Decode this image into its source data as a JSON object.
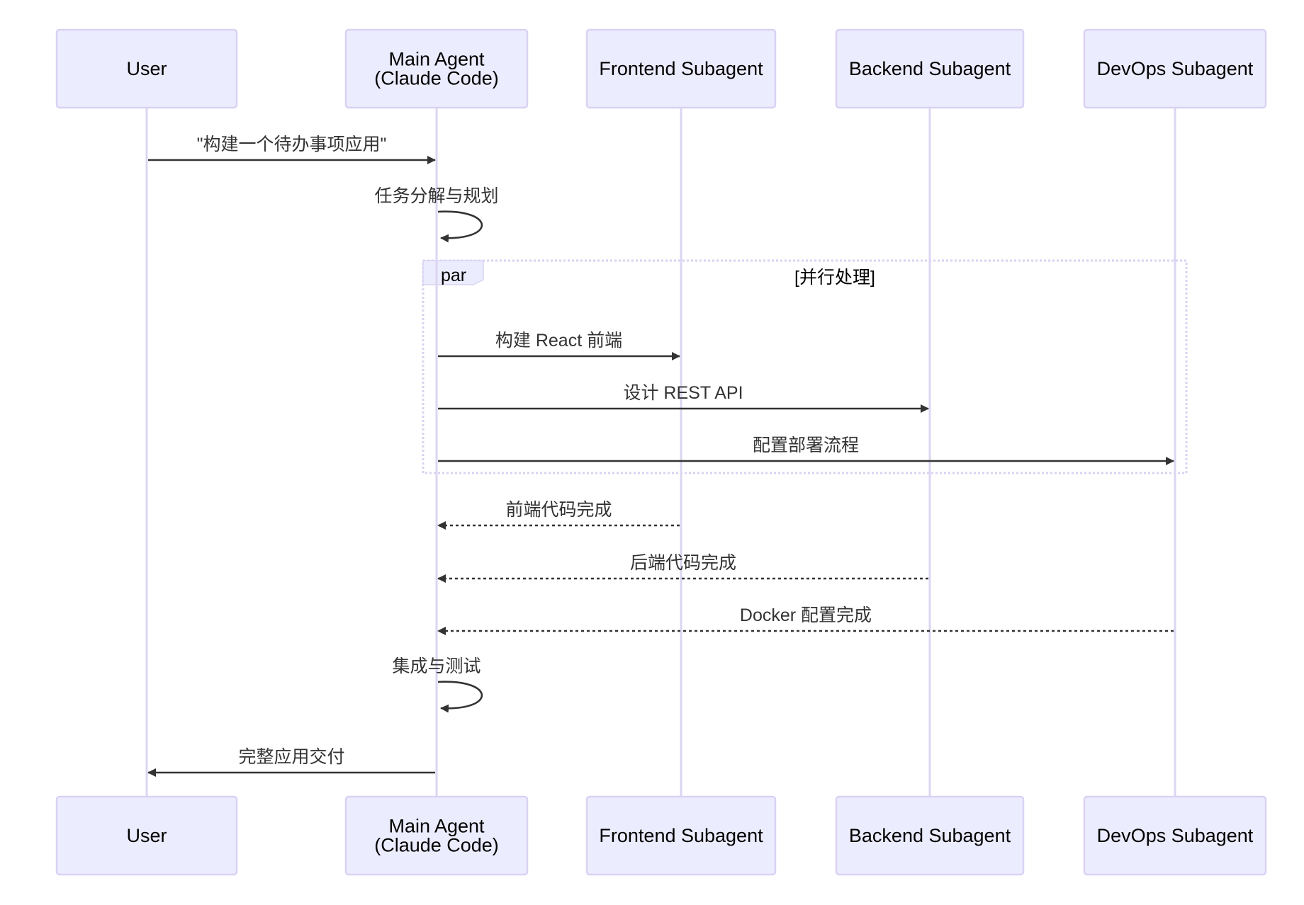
{
  "diagram": {
    "type": "sequence",
    "participants": [
      {
        "id": "user",
        "label_lines": [
          "User"
        ]
      },
      {
        "id": "main",
        "label_lines": [
          "Main Agent",
          "(Claude Code)"
        ]
      },
      {
        "id": "frontend",
        "label_lines": [
          "Frontend Subagent"
        ]
      },
      {
        "id": "backend",
        "label_lines": [
          "Backend Subagent"
        ]
      },
      {
        "id": "devops",
        "label_lines": [
          "DevOps Subagent"
        ]
      }
    ],
    "messages": [
      {
        "from": "user",
        "to": "main",
        "text": "\"构建一个待办事项应用\"",
        "style": "solid"
      },
      {
        "from": "main",
        "to": "main",
        "text": "任务分解与规划",
        "style": "solid"
      },
      {
        "from": "main",
        "to": "frontend",
        "text": "构建 React 前端",
        "style": "solid"
      },
      {
        "from": "main",
        "to": "backend",
        "text": "设计 REST API",
        "style": "solid"
      },
      {
        "from": "main",
        "to": "devops",
        "text": "配置部署流程",
        "style": "solid"
      },
      {
        "from": "frontend",
        "to": "main",
        "text": "前端代码完成",
        "style": "dashed"
      },
      {
        "from": "backend",
        "to": "main",
        "text": "后端代码完成",
        "style": "dashed"
      },
      {
        "from": "devops",
        "to": "main",
        "text": "Docker 配置完成",
        "style": "dashed"
      },
      {
        "from": "main",
        "to": "main",
        "text": "集成与测试",
        "style": "solid"
      },
      {
        "from": "main",
        "to": "user",
        "text": "完整应用交付",
        "style": "solid"
      }
    ],
    "blocks": [
      {
        "kind": "par",
        "label": "par",
        "condition": "[并行处理]",
        "message_range": [
          2,
          4
        ]
      }
    ]
  }
}
